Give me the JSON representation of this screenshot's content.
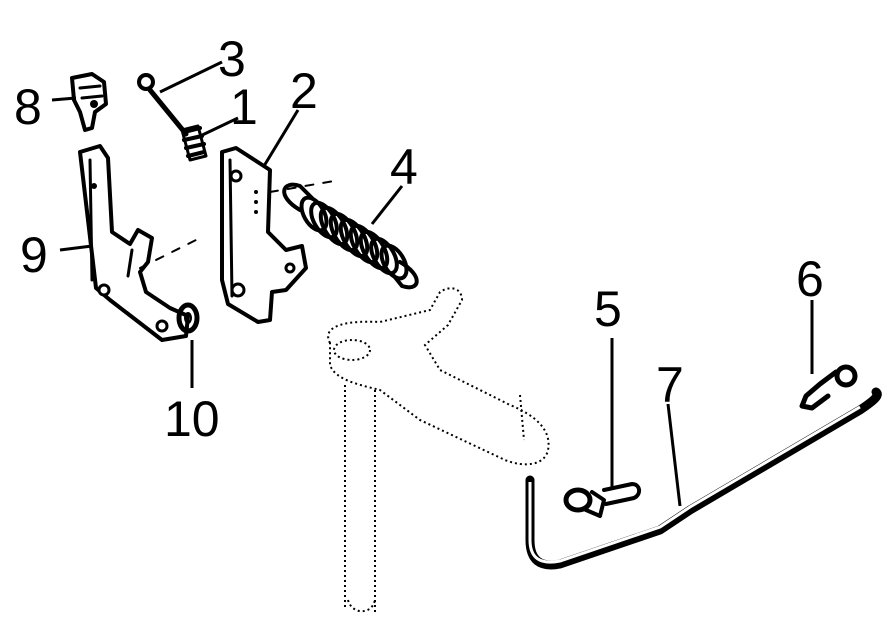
{
  "callouts": {
    "c1": "1",
    "c2": "2",
    "c3": "3",
    "c4": "4",
    "c5": "5",
    "c6": "6",
    "c7": "7",
    "c8": "8",
    "c9": "9",
    "c10": "10"
  },
  "colors": {
    "ink": "#000000",
    "background": "#ffffff"
  }
}
